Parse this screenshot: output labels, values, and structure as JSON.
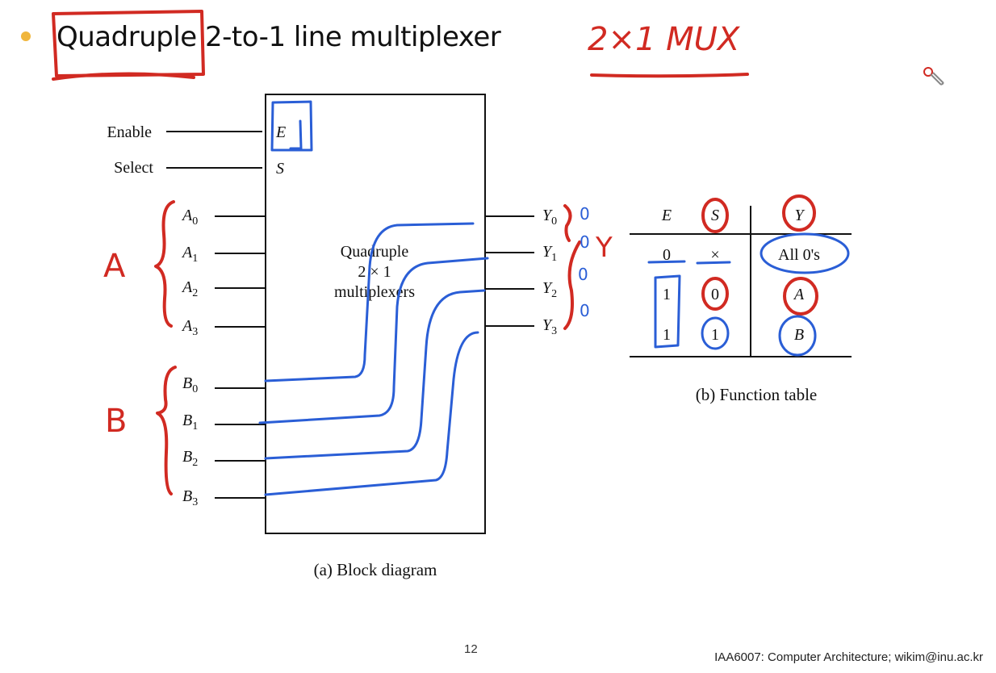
{
  "slide": {
    "bullet": {
      "highlighted_word": "Quadruple",
      "rest": " 2-to-1 line multiplexer"
    },
    "page_number": "12",
    "footer": "IAA6007: Computer Architecture; wikim@inu.ac.kr"
  },
  "block_diagram": {
    "caption": "(a) Block diagram",
    "block_label": [
      "Quadruple",
      "2 × 1",
      "multiplexers"
    ],
    "enable_label": "Enable",
    "select_label": "Select",
    "enable_pin": "E",
    "select_pin": "S",
    "inputs_a": [
      {
        "letter": "A",
        "sub": "0"
      },
      {
        "letter": "A",
        "sub": "1"
      },
      {
        "letter": "A",
        "sub": "2"
      },
      {
        "letter": "A",
        "sub": "3"
      }
    ],
    "inputs_b": [
      {
        "letter": "B",
        "sub": "0"
      },
      {
        "letter": "B",
        "sub": "1"
      },
      {
        "letter": "B",
        "sub": "2"
      },
      {
        "letter": "B",
        "sub": "3"
      }
    ],
    "outputs": [
      {
        "letter": "Y",
        "sub": "0"
      },
      {
        "letter": "Y",
        "sub": "1"
      },
      {
        "letter": "Y",
        "sub": "2"
      },
      {
        "letter": "Y",
        "sub": "3"
      }
    ]
  },
  "function_table": {
    "caption": "(b) Function table",
    "headers": [
      "E",
      "S",
      "Y"
    ],
    "rows": [
      [
        "0",
        "×",
        "All 0's"
      ],
      [
        "1",
        "0",
        "A"
      ],
      [
        "1",
        "1",
        "B"
      ]
    ]
  },
  "annotations": {
    "top_note": "2×1 MUX",
    "group_a": "A",
    "group_b": "B",
    "group_y": "Y",
    "zeros": [
      "0",
      "0",
      "0",
      "0"
    ]
  },
  "colors": {
    "bullet": "#f0b63c",
    "ink_red": "#d12a22",
    "ink_blue": "#2a5ed6"
  }
}
